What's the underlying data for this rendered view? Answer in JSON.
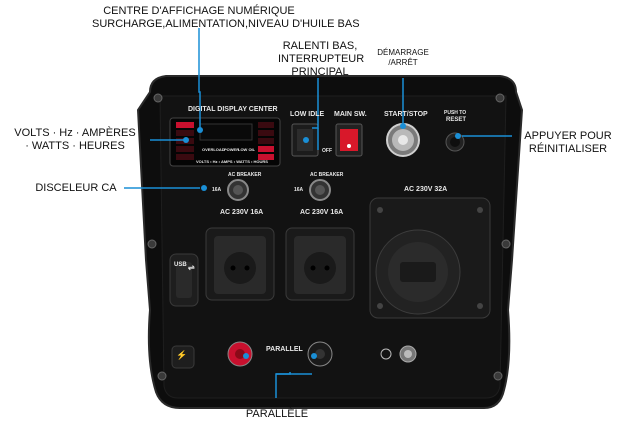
{
  "callouts": {
    "display_center": "CENTRE D'AFFICHAGE NUMÉRIQUE",
    "display_center_sub": "SURCHARGE,ALIMENTATION,NIVEAU D'HUILE BAS",
    "idle_main_1": "RALENTI BAS,",
    "idle_main_2": "INTERRUPTEUR",
    "idle_main_3": "PRINCIPAL",
    "start_stop_1": "DÉMARRAGE",
    "start_stop_2": "/ARRÊT",
    "reset_1": "APPUYER POUR",
    "reset_2": "RÉINITIALISER",
    "meter_1": "VOLTS · Hz · AMPÈRES",
    "meter_2": "· WATTS · HEURES",
    "breaker": "DISCELEUR CA",
    "parallel": "PARALLÈLE"
  },
  "panel": {
    "digital_display_center": "DIGITAL DISPLAY CENTER",
    "overload": "OVERLOAD",
    "power": "POWER",
    "low_oil": "LOW OIL",
    "meter_modes": "VOLTS • Hz • AMPS • WATTS • HOURS",
    "low_idle": "LOW IDLE",
    "main_sw": "MAIN SW.",
    "off": "OFF",
    "start_stop": "START/STOP",
    "push_to": "PUSH TO",
    "reset": "RESET",
    "ac_breaker_1": "AC BREAKER",
    "ac_breaker_2": "AC BREAKER",
    "breaker_rating_1": "16A",
    "breaker_rating_2": "16A",
    "ac_outlet_1": "AC 230V 16A",
    "ac_outlet_2": "AC 230V 16A",
    "ac_outlet_3": "AC 230V 32A",
    "usb": "USB",
    "parallel": "PARALLEL"
  },
  "colors": {
    "panel": "#0d0d0d",
    "accent_blue": "#1a8fd6",
    "switch_red": "#d8182a",
    "display_red": "#c8102e"
  }
}
